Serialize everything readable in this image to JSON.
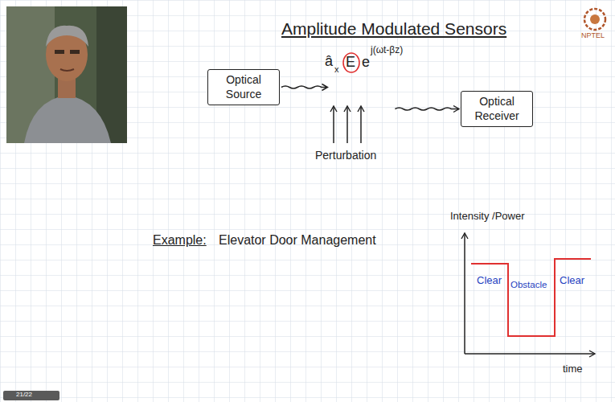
{
  "diagram": {
    "title": "Amplitude Modulated Sensors",
    "nodes": [
      {
        "text": [
          "Optical Source"
        ]
      },
      {
        "text": [
          "Optical Receiver"
        ]
      }
    ],
    "edges": [
      {
        "from": 0,
        "to": 1,
        "arrow": "to"
      }
    ],
    "labels": [
      "â",
      "x",
      "E",
      "e",
      "j(ωt-βz)",
      "Perturbation",
      "Example:",
      "Elevator Door Management",
      "Intensity /Power",
      "Clear",
      "Obstacle",
      "Clear",
      "time",
      "NPTEL",
      "21/22"
    ]
  }
}
